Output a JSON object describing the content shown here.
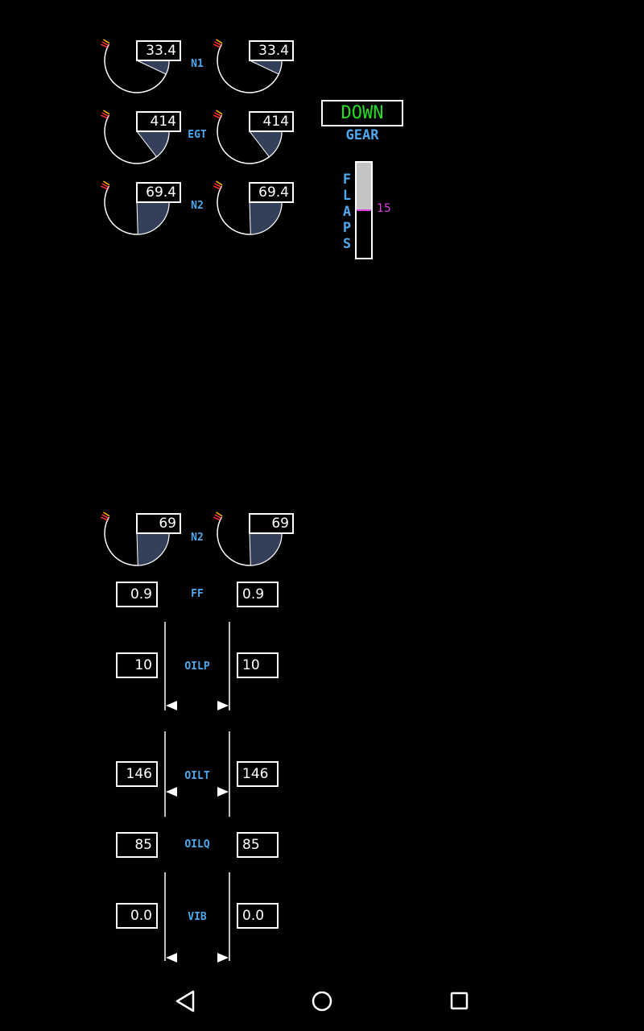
{
  "upper_engine": {
    "n1": {
      "label": "N1",
      "left": "33.4",
      "right": "33.4",
      "fill_fraction": 0.12
    },
    "egt": {
      "label": "EGT",
      "left": "414",
      "right": "414",
      "fill_fraction": 0.25
    },
    "n2": {
      "label": "N2",
      "left": "69.4",
      "right": "69.4",
      "fill_fraction": 0.42
    }
  },
  "gear": {
    "status": "DOWN",
    "label": "GEAR",
    "status_color": "#22dd22"
  },
  "flaps": {
    "letters": [
      "F",
      "L",
      "A",
      "P",
      "S"
    ],
    "value": "15",
    "fill_fraction": 0.5,
    "marker_color": "#e040e0"
  },
  "lower_engine": {
    "n2": {
      "label": "N2",
      "left": "69",
      "right": "69",
      "fill_fraction": 0.42
    },
    "ff": {
      "label": "FF",
      "left": "0.9",
      "right": "0.9"
    },
    "oilp": {
      "label": "OILP",
      "left": "10",
      "right": "10"
    },
    "oilt": {
      "label": "OILT",
      "left": "146",
      "right": "146"
    },
    "oilq": {
      "label": "OILQ",
      "left": "85",
      "right": "85"
    },
    "vib": {
      "label": "VIB",
      "left": "0.0",
      "right": "0.0"
    }
  },
  "colors": {
    "label": "#4da8ee",
    "gauge_fill": "#34405a",
    "redline": "#ff3030",
    "amber": "#ffb000"
  },
  "nav": {
    "back": "back-icon",
    "home": "home-icon",
    "recents": "recents-icon"
  }
}
